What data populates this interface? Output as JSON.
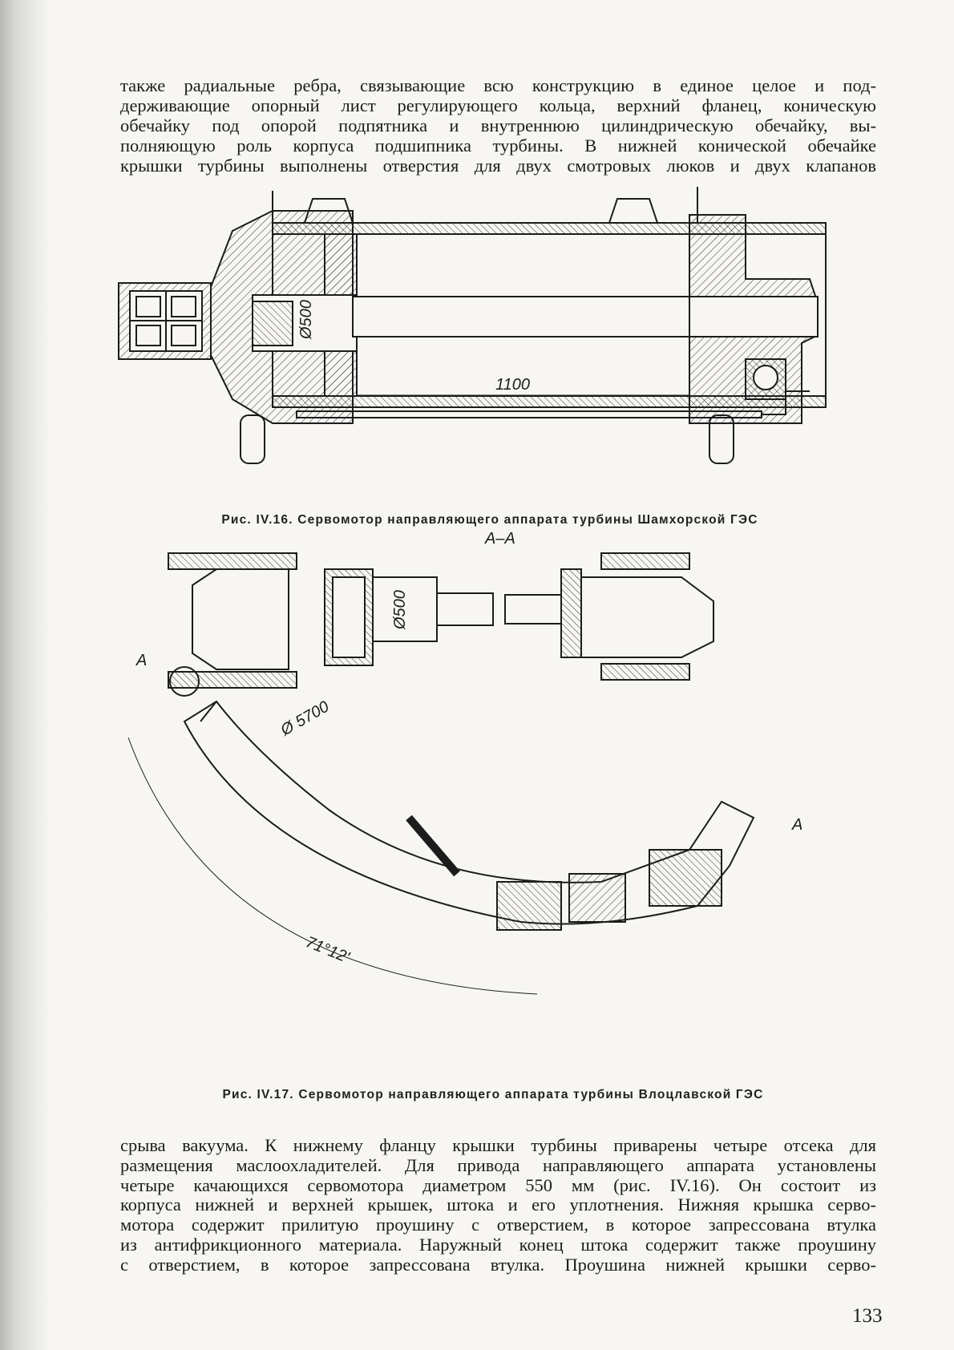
{
  "paragraph_top": {
    "lines": [
      "также радиальные ребра, связывающие всю конструкцию в единое целое и под-",
      "держивающие опорный лист регулирующего кольца, верхний фланец, коническую",
      "обечайку под опорой подпятника и внутреннюю цилиндрическую обечайку, вы-",
      "полняющую роль корпуса подшипника турбины. В нижней конической обечайке",
      "крышки турбины выполнены отверстия для двух смотровых люков и двух клапанов"
    ]
  },
  "figure_1": {
    "dimension_diameter": "Ø500",
    "dimension_length": "1100",
    "caption": "Рис. IV.16. Сервомотор направляющего аппарата турбины Шамхорской ГЭС"
  },
  "figure_2": {
    "section_label": "А–А",
    "section_marker_left": "А",
    "section_marker_right": "А",
    "dimension_diameter": "Ø500",
    "dimension_radius": "Ø 5700",
    "dimension_angle": "71°12'",
    "caption": "Рис. IV.17. Сервомотор направляющего аппарата турбины Влоцлавской ГЭС"
  },
  "paragraph_bottom": {
    "lines": [
      "срыва вакуума. К нижнему фланцу крышки турбины приварены четыре отсека для",
      "размещения маслоохладителей. Для привода направляющего аппарата установлены",
      "четыре качающихся сервомотора диаметром 550 мм (рис. IV.16). Он состоит из",
      "корпуса нижней и верхней крышек, штока и его уплотнения. Нижняя крышка серво-",
      "мотора содержит прилитую проушину с отверстием, в которое запрессована втулка",
      "из антифрикционного материала. Наружный конец штока содержит также проушину",
      "с отверстием, в которое запрессована втулка. Проушина нижней крышки серво-"
    ]
  },
  "page_number": "133"
}
